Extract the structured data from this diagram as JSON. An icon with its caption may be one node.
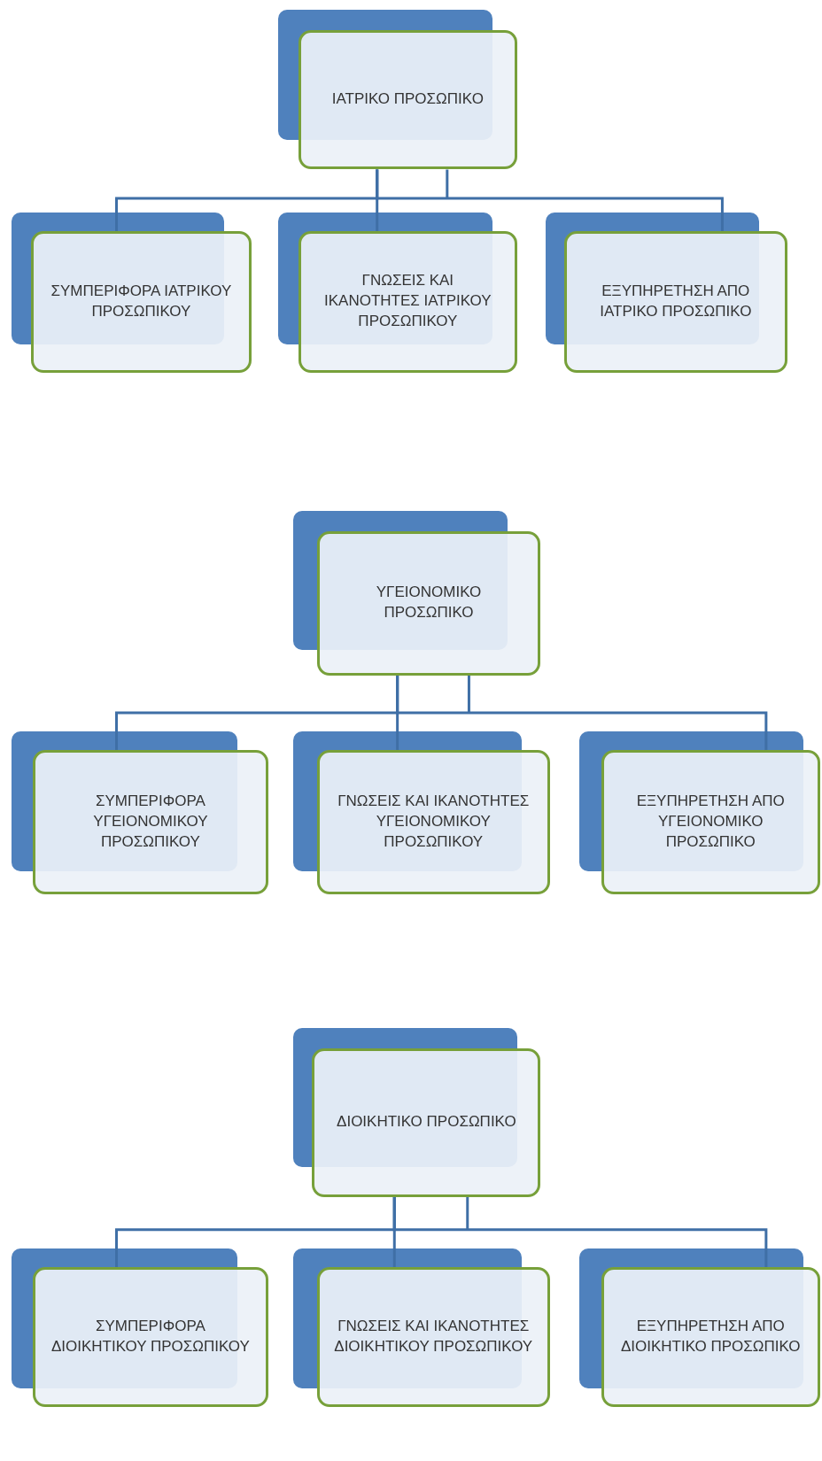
{
  "diagram": {
    "nodes": [
      {
        "text": [
          "ΙΑΤΡΙΚΟ ΠΡΟΣΩΠΙΚΟ"
        ]
      },
      {
        "text": [
          "ΣΥΜΠΕΡΙΦΟΡΑ ΙΑΤΡΙΚΟΥ ΠΡΟΣΩΠΙΚΟΥ"
        ]
      },
      {
        "text": [
          "ΓΝΩΣΕΙΣ ΚΑΙ ΙΚΑΝΟΤΗΤΕΣ ΙΑΤΡΙΚΟΥ ΠΡΟΣΩΠΙΚΟΥ"
        ]
      },
      {
        "text": [
          "ΕΞΥΠΗΡΕΤΗΣΗ ΑΠΟ ΙΑΤΡΙΚΟ ΠΡΟΣΩΠΙΚΟ"
        ]
      },
      {
        "text": [
          "ΥΓΕΙΟΝΟΜΙΚΟ ΠΡΟΣΩΠΙΚΟ"
        ]
      },
      {
        "text": [
          "ΣΥΜΠΕΡΙΦΟΡΑ ΥΓΕΙΟΝΟΜΙΚΟΥ ΠΡΟΣΩΠΙΚΟΥ"
        ]
      },
      {
        "text": [
          "ΓΝΩΣΕΙΣ ΚΑΙ ΙΚΑΝΟΤΗΤΕΣ ΥΓΕΙΟΝΟΜΙΚΟΥ ΠΡΟΣΩΠΙΚΟΥ"
        ]
      },
      {
        "text": [
          "ΕΞΥΠΗΡΕΤΗΣΗ ΑΠΟ ΥΓΕΙΟΝΟΜΙΚΟ ΠΡΟΣΩΠΙΚΟ"
        ]
      },
      {
        "text": [
          "ΔΙΟΙΚΗΤΙΚΟ ΠΡΟΣΩΠΙΚΟ"
        ]
      },
      {
        "text": [
          "ΣΥΜΠΕΡΙΦΟΡΑ ΔΙΟΙΚΗΤΙΚΟΥ ΠΡΟΣΩΠΙΚΟΥ"
        ]
      },
      {
        "text": [
          "ΓΝΩΣΕΙΣ ΚΑΙ ΙΚΑΝΟΤΗΤΕΣ ΔΙΟΙΚΗΤΙΚΟΥ ΠΡΟΣΩΠΙΚΟΥ"
        ]
      },
      {
        "text": [
          "ΕΞΥΠΗΡΕΤΗΣΗ ΑΠΟ ΔΙΟΙΚΗΤΙΚΟ ΠΡΟΣΩΠΙΚΟ"
        ]
      }
    ],
    "edges": [
      {
        "from": 0,
        "to": 1,
        "arrow": "none"
      },
      {
        "from": 0,
        "to": 2,
        "arrow": "none"
      },
      {
        "from": 0,
        "to": 3,
        "arrow": "none"
      },
      {
        "from": 4,
        "to": 5,
        "arrow": "none"
      },
      {
        "from": 4,
        "to": 6,
        "arrow": "none"
      },
      {
        "from": 4,
        "to": 7,
        "arrow": "none"
      },
      {
        "from": 8,
        "to": 9,
        "arrow": "none"
      },
      {
        "from": 8,
        "to": 10,
        "arrow": "none"
      },
      {
        "from": 8,
        "to": 11,
        "arrow": "none"
      }
    ]
  }
}
